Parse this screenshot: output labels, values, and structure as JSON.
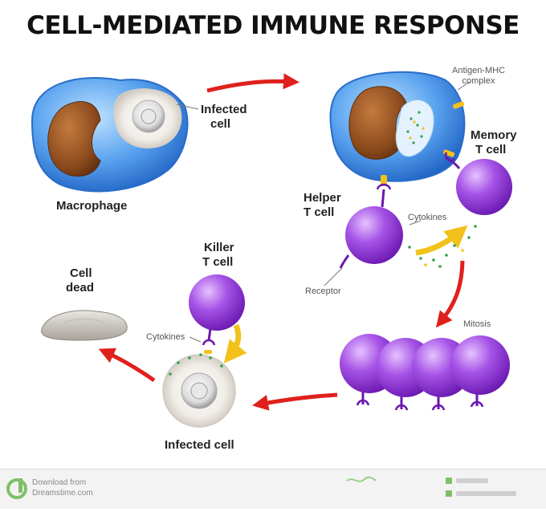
{
  "title": "CELL-MEDIATED IMMUNE RESPONSE",
  "labels": {
    "macrophage": "Macrophage",
    "infected_cell_top_1": "Infected",
    "infected_cell_top_2": "cell",
    "antigen_mhc_1": "Antigen-MHC",
    "antigen_mhc_2": "complex",
    "memory_t_1": "Memory",
    "memory_t_2": "T cell",
    "helper_t_1": "Helper",
    "helper_t_2": "T cell",
    "cytokines_right": "Cytokines",
    "receptor": "Receptor",
    "mitosis": "Mitosis",
    "killer_t_1": "Killer",
    "killer_t_2": "T cell",
    "cytokines_left": "Cytokines",
    "cell_dead_1": "Cell",
    "cell_dead_2": "dead",
    "infected_cell_bottom": "Infected cell"
  },
  "footer": {
    "download_line1": "Download from",
    "download_line2": "Dreamstime.com"
  },
  "colors": {
    "macrophage_blue": "#4a90e0",
    "nucleus_brown": "#8b4a1c",
    "t_cell_purple": "#9b3fd8",
    "arrow_red": "#e0201c",
    "cytokine_yellow": "#f2c21b",
    "dot_green": "#33a24a"
  }
}
